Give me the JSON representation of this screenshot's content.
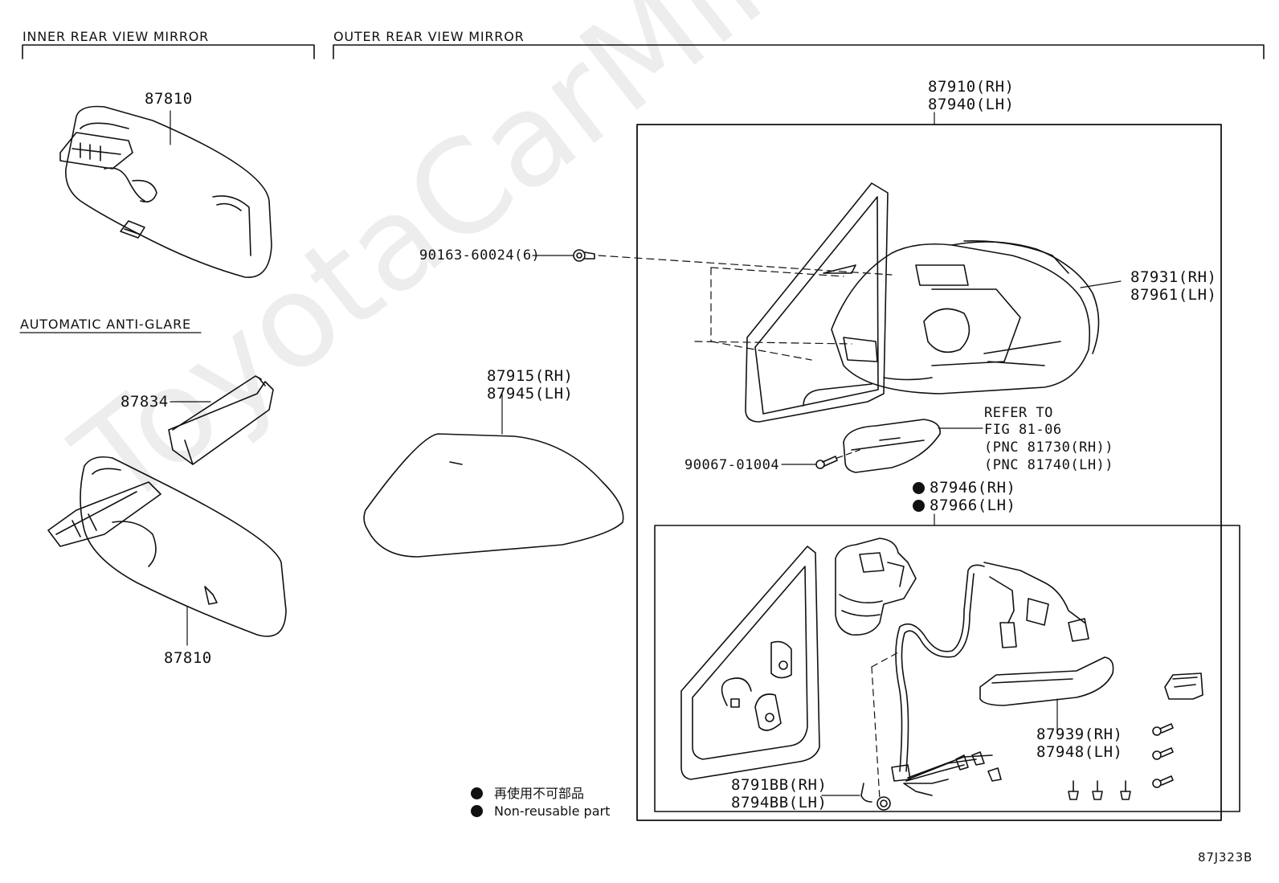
{
  "sections": {
    "inner": "INNER REAR VIEW MIRROR",
    "outer": "OUTER REAR VIEW MIRROR",
    "auto": "AUTOMATIC ANTI-GLARE"
  },
  "parts": {
    "p87810_top": "87810",
    "p87810_bottom": "87810",
    "p87834": "87834",
    "p87910_rh": "87910(RH)",
    "p87940_lh": "87940(LH)",
    "p90163": "90163-60024(6)",
    "p87931_rh": "87931(RH)",
    "p87961_lh": "87961(LH)",
    "p87915_rh": "87915(RH)",
    "p87945_lh": "87945(LH)",
    "refer1": "REFER TO",
    "refer2": "FIG 81-06",
    "refer3": "(PNC 81730(RH))",
    "refer4": "(PNC 81740(LH))",
    "p90067": "90067-01004",
    "p87946_rh": "87946(RH)",
    "p87966_lh": "87966(LH)",
    "p87939_rh": "87939(RH)",
    "p87948_lh": "87948(LH)",
    "p8791bb_rh": "8791BB(RH)",
    "p8794bb_lh": "8794BB(LH)"
  },
  "legend": {
    "jp": "再使用不可部品",
    "en": "Non-reusable part"
  },
  "figure_code": "87J323B",
  "watermark": "ToyotaCarMine.ru"
}
